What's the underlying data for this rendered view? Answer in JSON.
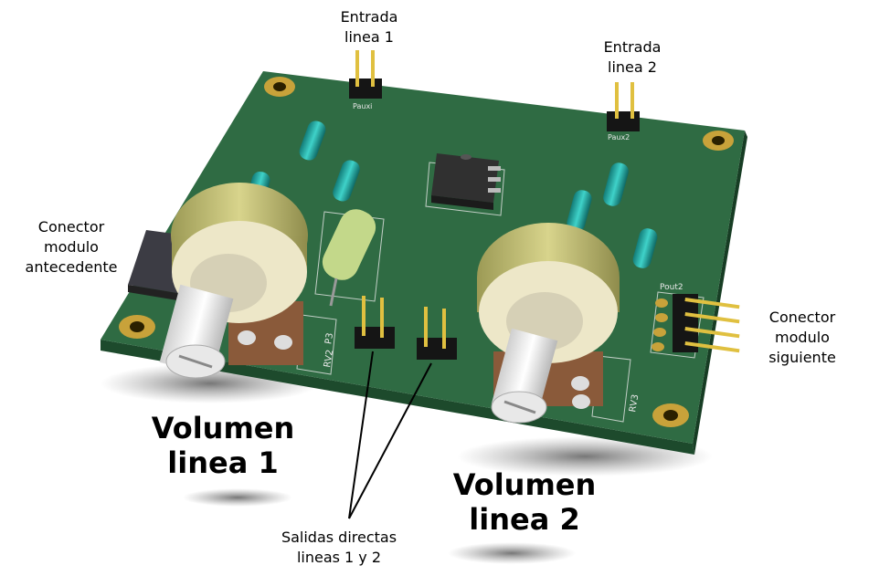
{
  "labels": {
    "entrada_1": [
      "Entrada",
      "linea 1"
    ],
    "entrada_2": [
      "Entrada",
      "linea 2"
    ],
    "conector_antecedente": [
      "Conector",
      "modulo",
      "antecedente"
    ],
    "conector_siguiente": [
      "Conector",
      "modulo",
      "siguiente"
    ],
    "volumen_1": [
      "Volumen",
      "linea 1"
    ],
    "volumen_2": [
      "Volumen",
      "linea 2"
    ],
    "salidas": [
      "Salidas directas",
      "lineas 1 y 2"
    ]
  },
  "silkscreen": {
    "pin_1": "Pauxi",
    "pin_2": "Paux2",
    "pout2": "Pout2",
    "p3": "P3",
    "rv2": "RV2",
    "rv3": "RV3"
  },
  "colors": {
    "pcb": "#2f6b43",
    "pcb_edge": "#1d4a2c",
    "gold": "#e0c040",
    "pad": "#c8a23a",
    "capacitor": "#1fa6a0",
    "pot_body": "#c4c07a",
    "ic": "#303030"
  }
}
